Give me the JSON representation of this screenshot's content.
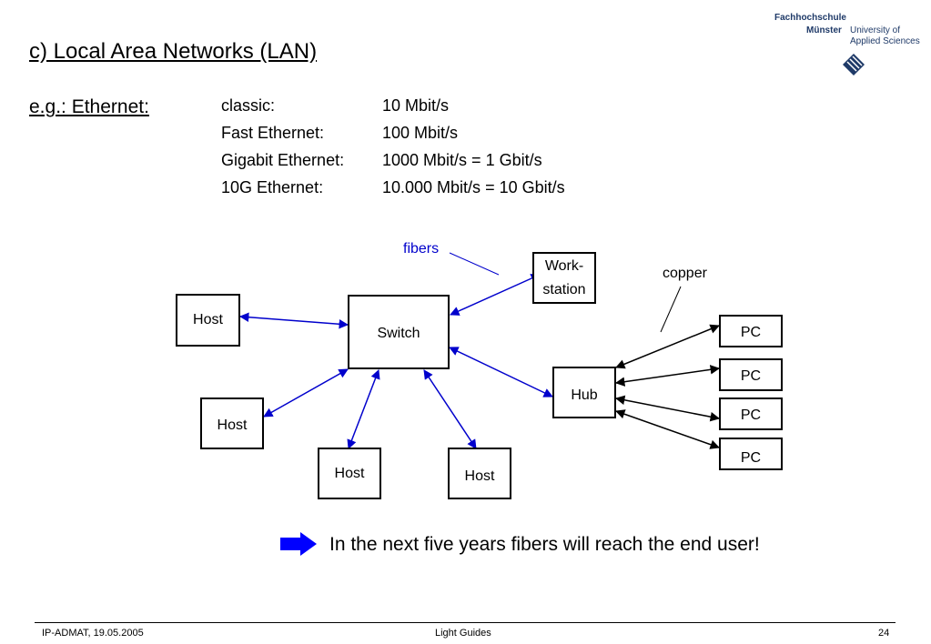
{
  "slide": {
    "title": "c) Local Area Networks (LAN)",
    "subtitle": "e.g.: Ethernet:",
    "ethernet_types": [
      {
        "name": "classic:",
        "speed": "10 Mbit/s"
      },
      {
        "name": "Fast Ethernet:",
        "speed": "100 Mbit/s"
      },
      {
        "name": "Gigabit Ethernet:",
        "speed": "1000 Mbit/s = 1 Gbit/s"
      },
      {
        "name": "10G Ethernet:",
        "speed": "10.000 Mbit/s = 10 Gbit/s"
      }
    ],
    "conclusion": "In the next five years fibers will reach the end user!"
  },
  "logo": {
    "line1": "Fachhochschule",
    "line2a": "Münster",
    "line2b": "University of",
    "line3": "Applied Sciences",
    "color": "#1f3a68"
  },
  "diagram": {
    "annotations": {
      "fibers": "fibers",
      "copper": "copper"
    },
    "colors": {
      "fiber": "#0000cc",
      "copper": "#000000"
    },
    "nodes": {
      "host1": "Host",
      "host2": "Host",
      "host3": "Host",
      "host4": "Host",
      "switch": "Switch",
      "workstation_line1": "Work-",
      "workstation_line2": "station",
      "hub": "Hub",
      "pc1": "PC",
      "pc2": "PC",
      "pc3": "PC",
      "pc4": "PC"
    }
  },
  "footer": {
    "left": "IP-ADMAT, 19.05.2005",
    "center": "Light Guides",
    "page": "24"
  },
  "colors": {
    "arrow": "#0000ff",
    "fiber": "#0000cc"
  }
}
